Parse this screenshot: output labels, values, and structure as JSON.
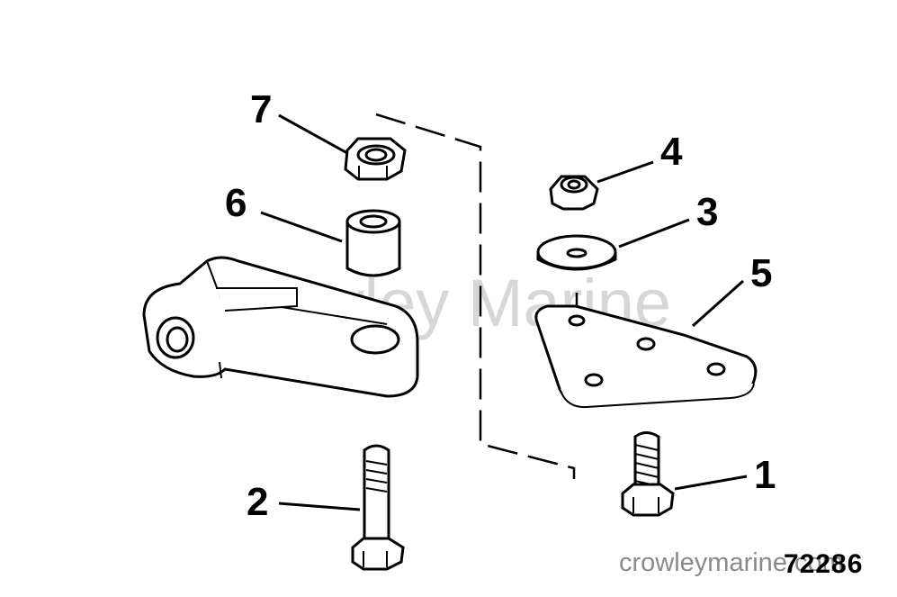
{
  "watermark": "Crowley Marine",
  "credit": "crowleymarine.com",
  "drawing_number": "72286",
  "callouts": [
    "1",
    "2",
    "3",
    "4",
    "5",
    "6",
    "7"
  ]
}
